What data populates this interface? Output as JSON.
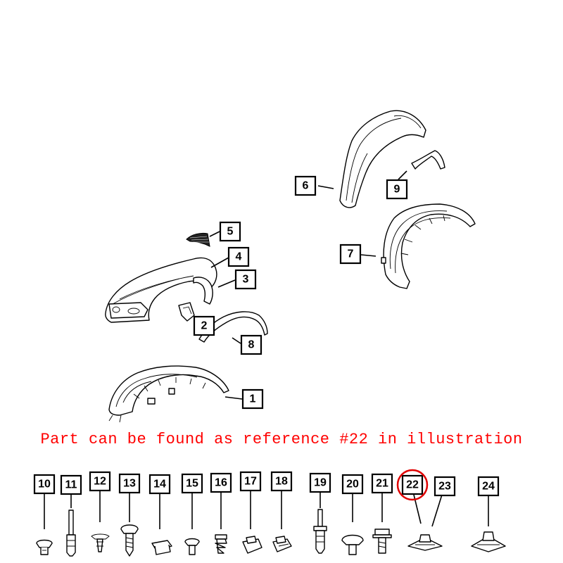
{
  "note": "Part can be found as reference #22 in illustration",
  "highlighted_reference": "22",
  "highlight_color": "#e00000",
  "note_color": "#ff0000",
  "callouts": {
    "c1": "1",
    "c2": "2",
    "c3": "3",
    "c4": "4",
    "c5": "5",
    "c6": "6",
    "c7": "7",
    "c8": "8",
    "c9": "9",
    "c10": "10",
    "c11": "11",
    "c12": "12",
    "c13": "13",
    "c14": "14",
    "c15": "15",
    "c16": "16",
    "c17": "17",
    "c18": "18",
    "c19": "19",
    "c20": "20",
    "c21": "21",
    "c22": "22",
    "c23": "23",
    "c24": "24"
  }
}
